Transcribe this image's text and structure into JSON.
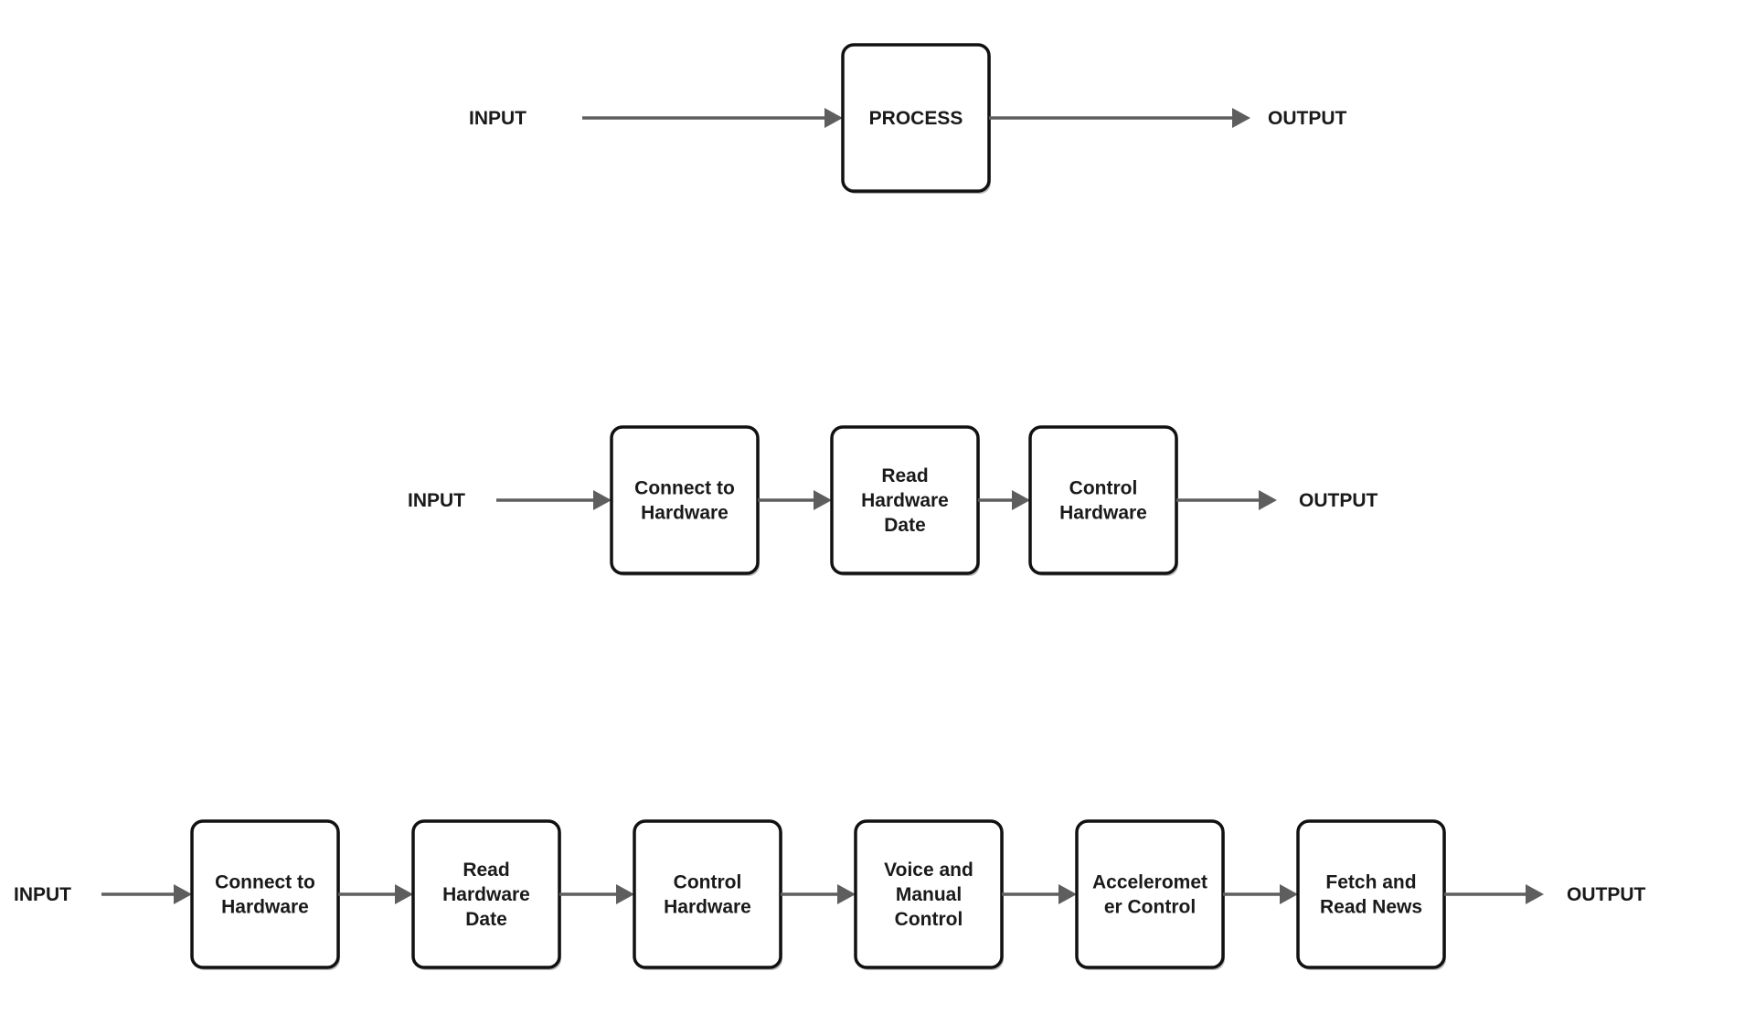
{
  "diagrams": [
    {
      "id": "diagram-1",
      "input_label": "INPUT",
      "output_label": "OUTPUT",
      "steps": [
        {
          "lines": [
            "PROCESS"
          ]
        }
      ]
    },
    {
      "id": "diagram-2",
      "input_label": "INPUT",
      "output_label": "OUTPUT",
      "steps": [
        {
          "lines": [
            "Connect to",
            "Hardware"
          ]
        },
        {
          "lines": [
            "Read",
            "Hardware",
            "Date"
          ]
        },
        {
          "lines": [
            "Control",
            "Hardware"
          ]
        }
      ]
    },
    {
      "id": "diagram-3",
      "input_label": "INPUT",
      "output_label": "OUTPUT",
      "steps": [
        {
          "lines": [
            "Connect to",
            "Hardware"
          ]
        },
        {
          "lines": [
            "Read",
            "Hardware",
            "Date"
          ]
        },
        {
          "lines": [
            "Control",
            "Hardware"
          ]
        },
        {
          "lines": [
            "Voice and",
            "Manual",
            "Control"
          ]
        },
        {
          "lines": [
            "Acceleromet",
            "er Control"
          ]
        },
        {
          "lines": [
            "Fetch and",
            "Read News"
          ]
        }
      ]
    }
  ]
}
